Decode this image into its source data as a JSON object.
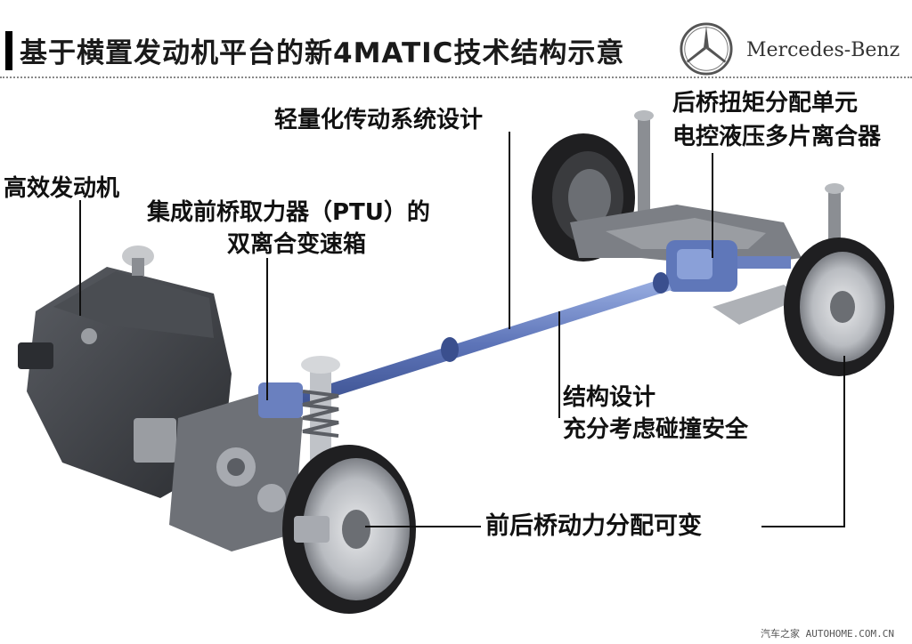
{
  "header": {
    "title": "基于横置发动机平台的新4MATIC技术结构示意",
    "brand_name": "Mercedes-Benz"
  },
  "labels": {
    "efficient_engine": "高效发动机",
    "ptu_gearbox_line1": "集成前桥取力器（PTU）的",
    "ptu_gearbox_line2": "双离合变速箱",
    "lightweight_driveline": "轻量化传动系统设计",
    "rear_axle_line1": "后桥扭矩分配单元",
    "rear_axle_line2": "电控液压多片离合器",
    "structure_line1": "结构设计",
    "structure_line2": "充分考虑碰撞安全",
    "variable_distribution": "前后桥动力分配可变"
  },
  "footer": {
    "watermark": "汽车之家 AUTOHOME.COM.CN"
  },
  "colors": {
    "driveshaft": "#6f86c4",
    "driveshaft_dark": "#3f5596",
    "metal": "#8b8e93",
    "engine_dark": "#3b3d42",
    "tire": "#1f1f21"
  }
}
